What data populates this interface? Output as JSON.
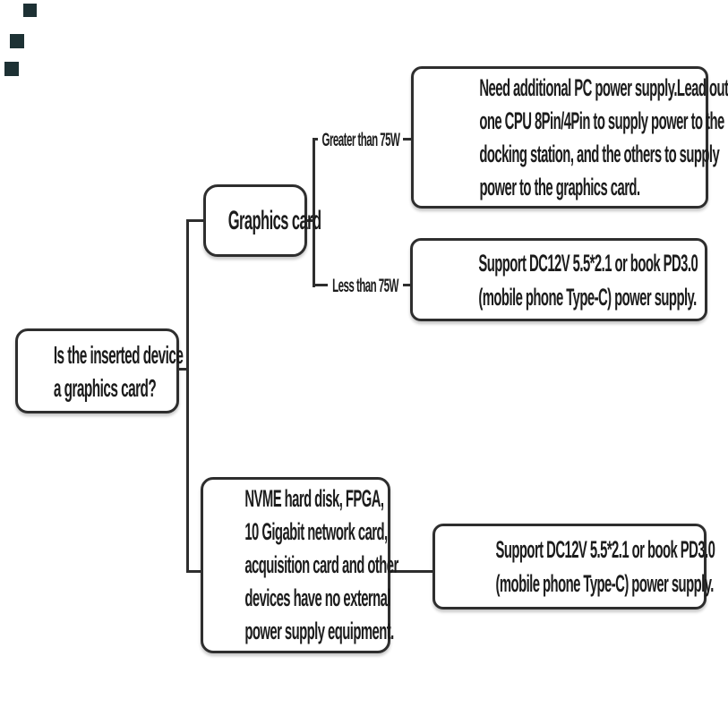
{
  "diagram": {
    "root": {
      "lines": [
        "Is the inserted device",
        "a graphics card?"
      ]
    },
    "graphics_node": {
      "label": "Graphics card"
    },
    "branches": {
      "greater": "Greater than 75W",
      "less": "Less than 75W"
    },
    "outcome_high_power": {
      "lines": [
        "Need additional PC power supply.Lead out",
        "one CPU 8Pin/4Pin to supply power to the",
        "docking station, and the others to supply",
        "power to the graphics card."
      ]
    },
    "outcome_low_power": {
      "lines": [
        "Support DC12V 5.5*2.1 or book PD3.0",
        "(mobile phone Type-C) power supply."
      ]
    },
    "nvme_node": {
      "lines": [
        "NVME hard disk, FPGA,",
        "10 Gigabit network card,",
        "acquisition card and other",
        "devices have no external",
        "power supply equipment."
      ]
    },
    "outcome_no_external": {
      "lines": [
        "Support DC12V 5.5*2.1 or book PD3.0",
        "(mobile phone Type-C) power supply."
      ]
    },
    "colors": {
      "line": "#2e2e2e",
      "text": "#1c1c1c",
      "background": "#ffffff",
      "corner_mark": "#1d3134"
    }
  }
}
